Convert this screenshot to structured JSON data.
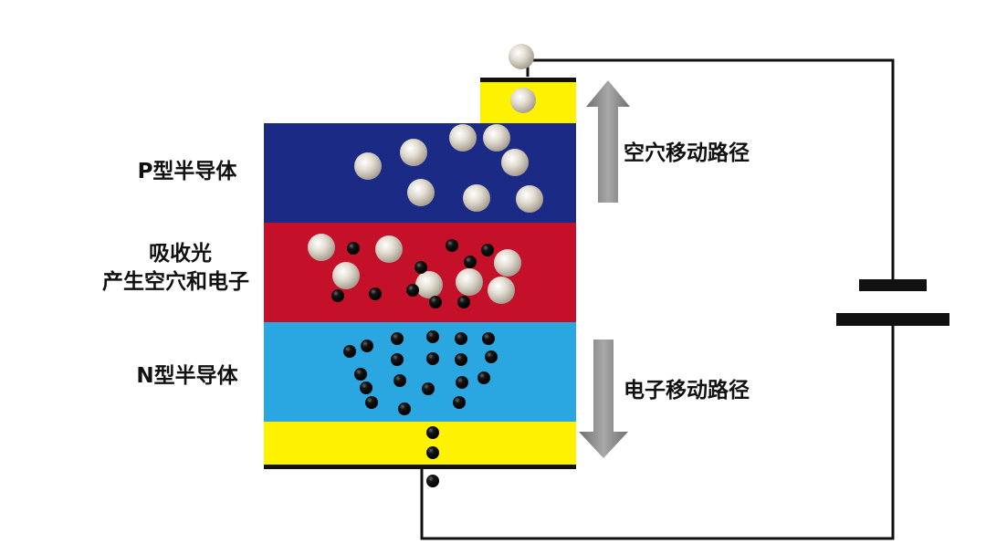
{
  "labels": {
    "p_layer": "P型半导体",
    "absorb_line1": "吸收光",
    "absorb_line2": "产生空穴和电子",
    "n_layer": "N型半导体",
    "hole_path": "空穴移动路径",
    "electron_path": "电子移动路径"
  },
  "colors": {
    "p_layer": "#1a2a85",
    "absorption_layer": "#c5102a",
    "n_layer": "#2aa7e0",
    "electrode": "#fff200",
    "arrow": "#8f8f8f",
    "wire": "#111111",
    "hole": "#d9d2c6",
    "electron": "#000000"
  },
  "icons": {
    "hole": "hole-particle-icon",
    "electron": "electron-particle-icon",
    "battery": "battery-symbol-icon",
    "arrow_up": "arrow-up-icon",
    "arrow_down": "arrow-down-icon"
  }
}
